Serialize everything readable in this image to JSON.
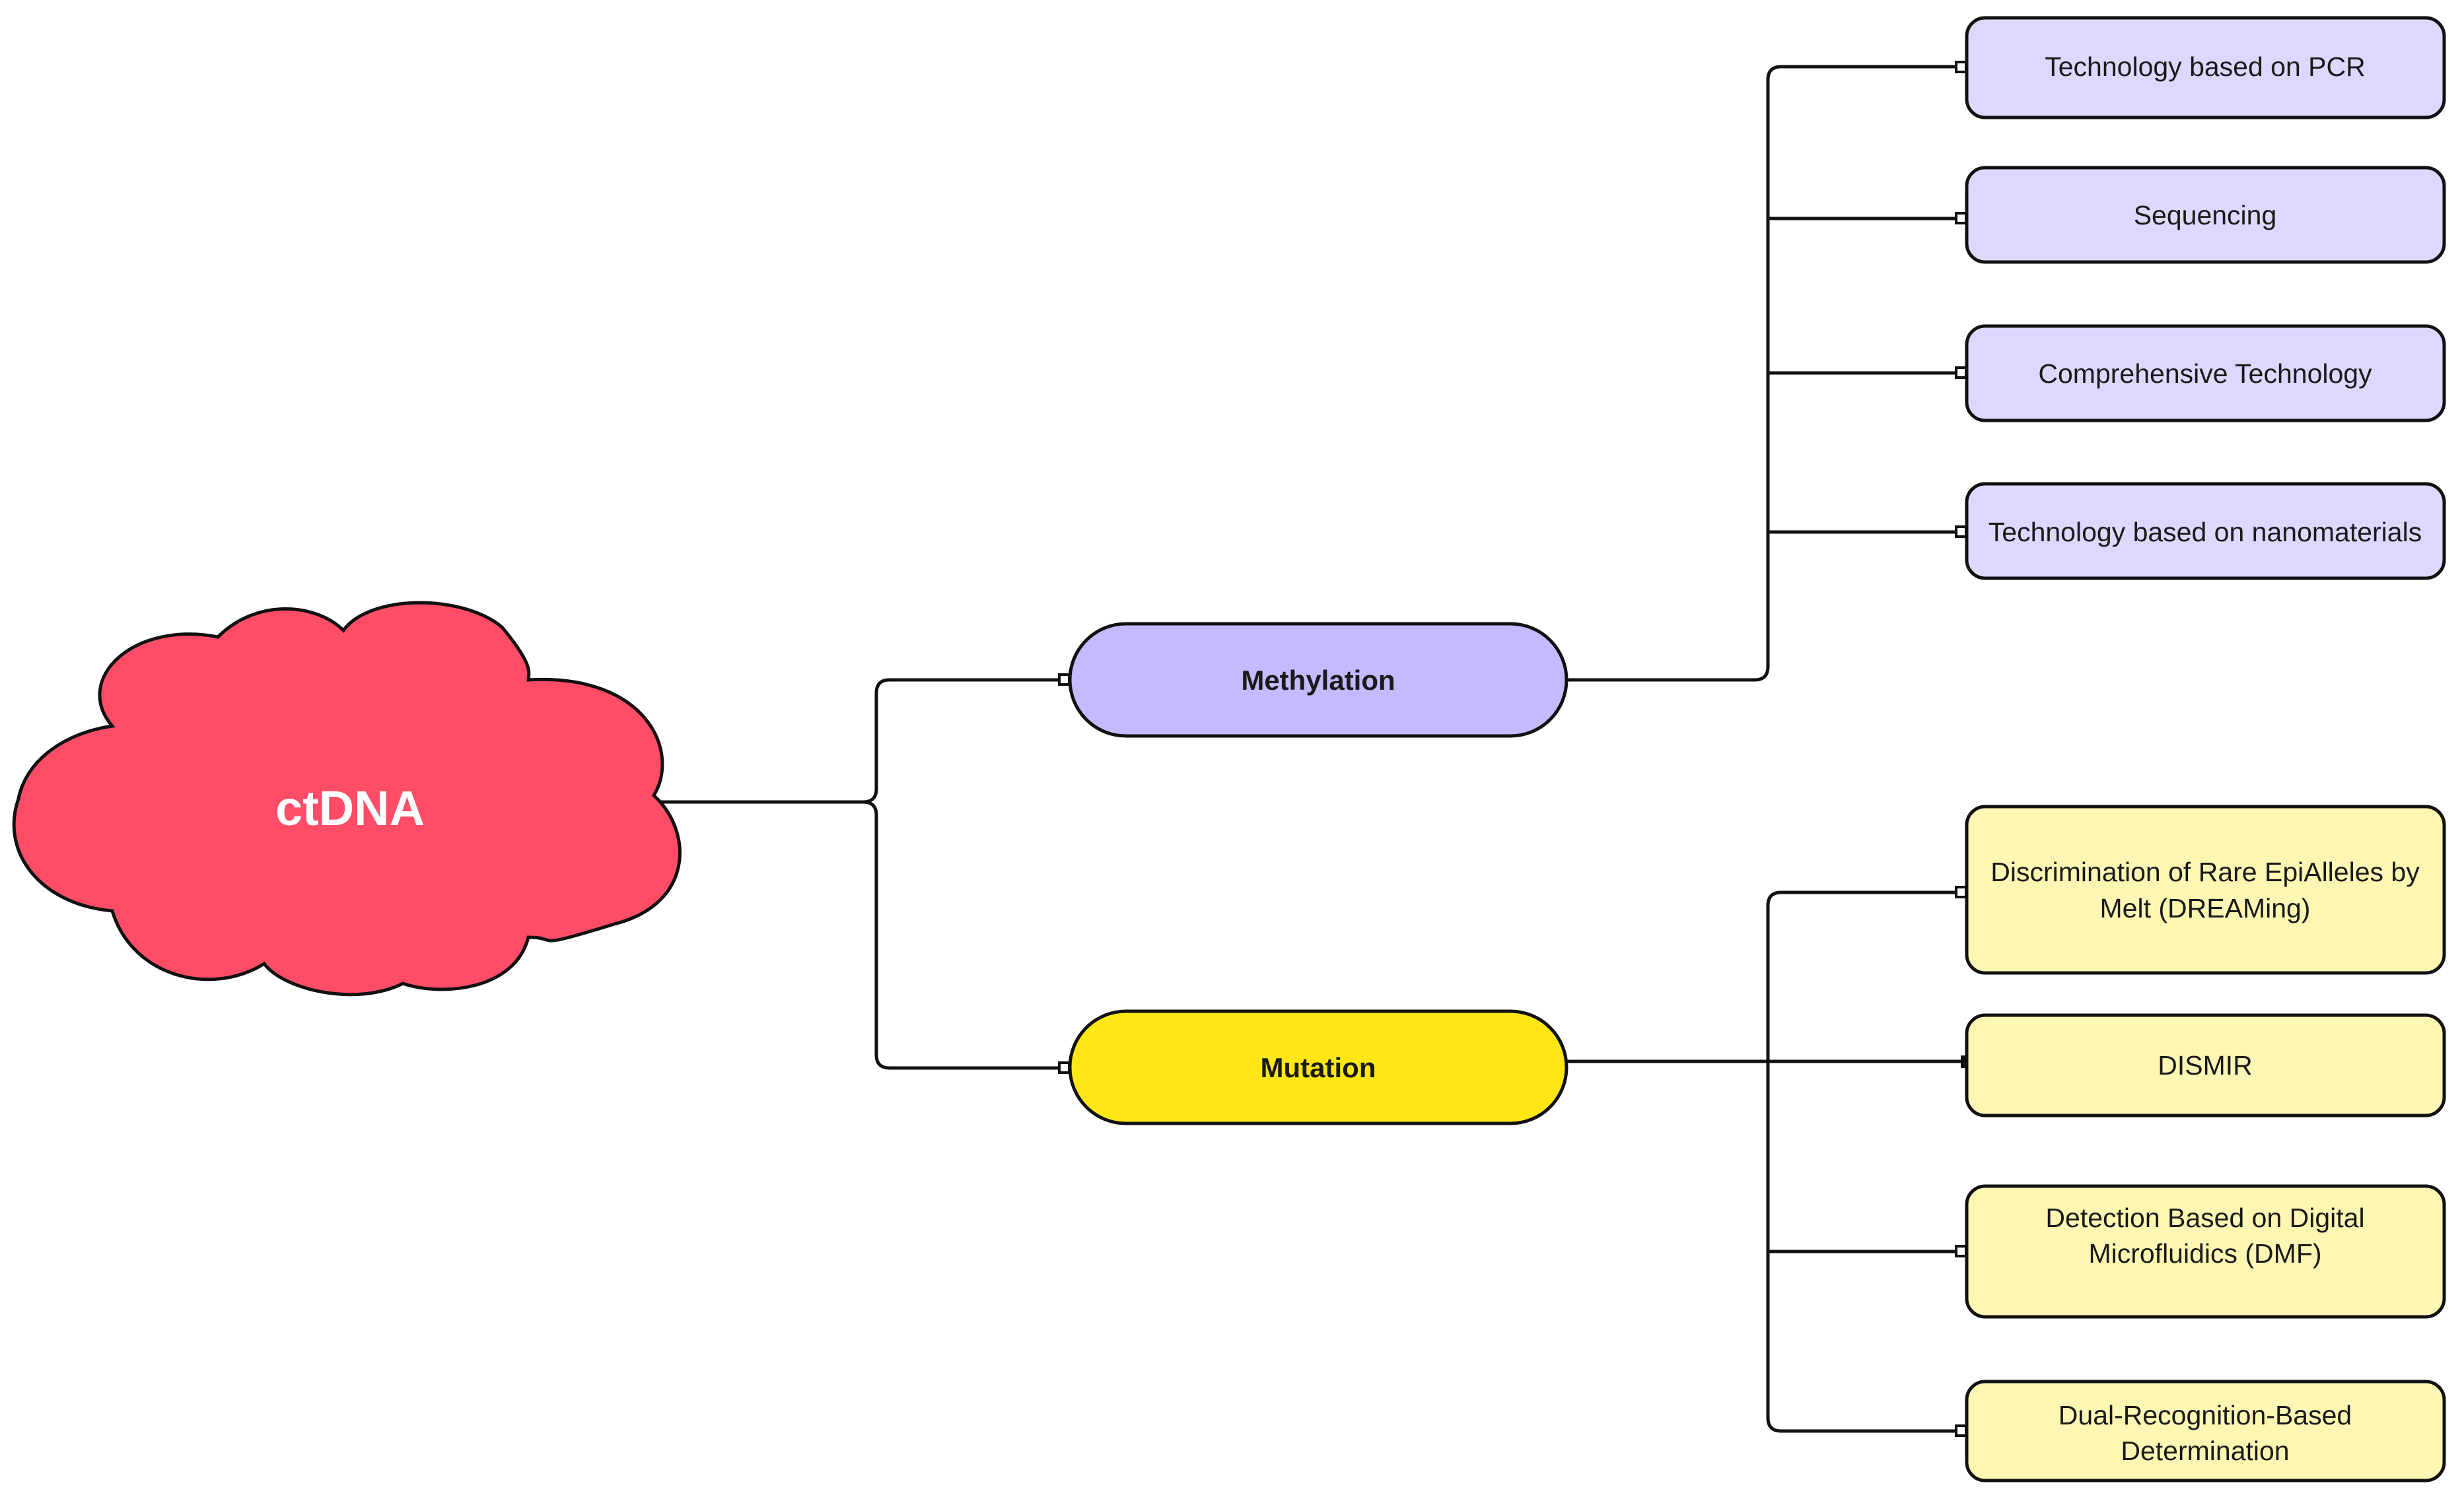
{
  "root": {
    "label": "ctDNA",
    "color": "#ff4d68"
  },
  "branches": [
    {
      "label": "Methylation",
      "color": "#c4baff",
      "leaf_color": "#ddd8ff",
      "leaves": [
        {
          "lines": [
            "Technology based on PCR"
          ]
        },
        {
          "lines": [
            "Sequencing"
          ]
        },
        {
          "lines": [
            "Comprehensive Technology"
          ]
        },
        {
          "lines": [
            "Technology based on nanomaterials"
          ]
        }
      ]
    },
    {
      "label": "Mutation",
      "color": "#ffe614",
      "leaf_color": "#fdf7b3",
      "leaves": [
        {
          "lines": [
            "Discrimination of Rare EpiAlleles by",
            "Melt (DREAMing)"
          ]
        },
        {
          "lines": [
            "DISMIR"
          ]
        },
        {
          "lines": [
            "Detection Based on Digital",
            "Microfluidics (DMF)"
          ]
        },
        {
          "lines": [
            "Dual-Recognition-Based",
            "Determination"
          ]
        }
      ]
    }
  ]
}
